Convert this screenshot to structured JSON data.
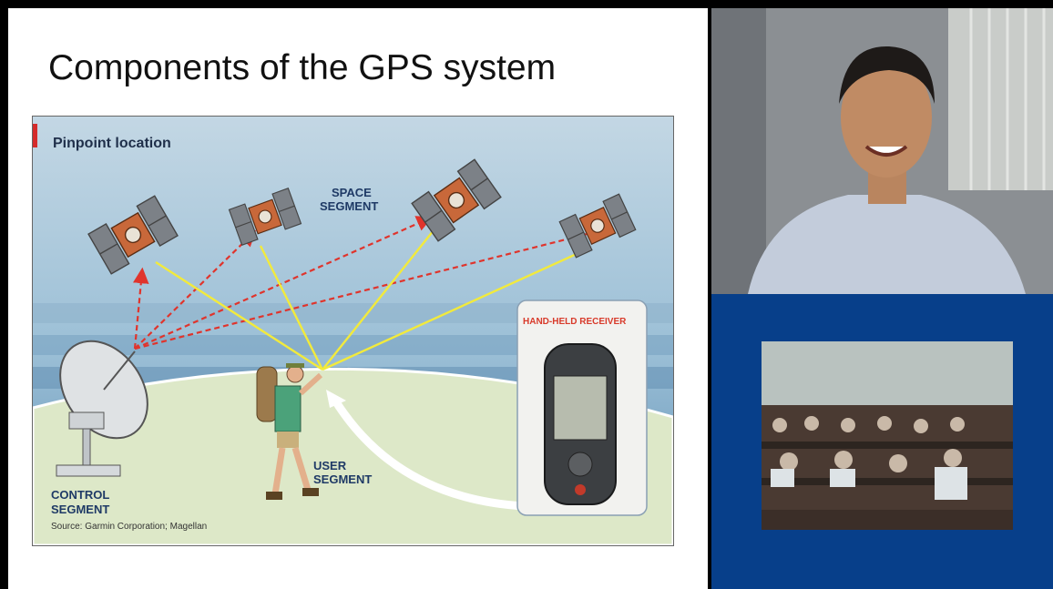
{
  "slide": {
    "title": "Components of the GPS system"
  },
  "figure": {
    "heading": "Pinpoint location",
    "space_segment": [
      "SPACE",
      "SEGMENT"
    ],
    "user_segment": [
      "USER",
      "SEGMENT"
    ],
    "control_segment": [
      "CONTROL",
      "SEGMENT"
    ],
    "receiver_label": "HAND-HELD RECEIVER",
    "source": "Source: Garmin Corporation; Magellan"
  },
  "colors": {
    "slide_bg": "#ffffff",
    "panel_bg": "#073f8a",
    "signal_line": "#f2ea3c",
    "correction_line": "#e0342c",
    "label_blue": "#1f3a66",
    "receiver_label_red": "#d83a2a"
  }
}
